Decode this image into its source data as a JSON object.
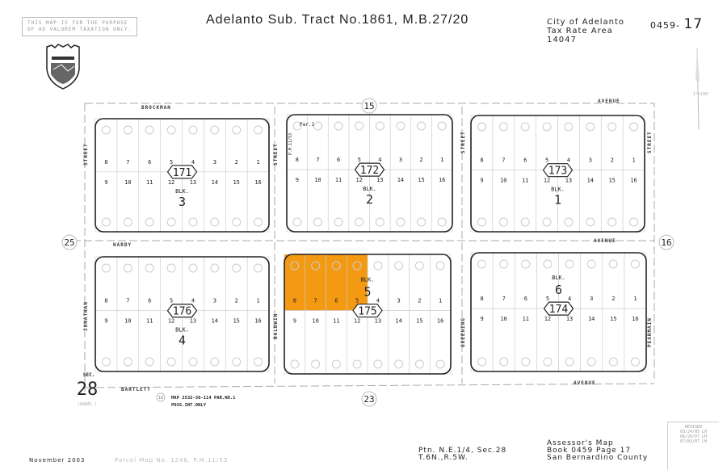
{
  "header": {
    "title": "Adelanto Sub. Tract No.1861, M.B.27/20",
    "disclaimer": [
      "THIS MAP IS FOR THE PURPOSE",
      "OF AD VALOREM TAXATION ONLY."
    ],
    "city": [
      "City of Adelanto",
      "Tax Rate Area",
      "14047"
    ],
    "map_book": "0459-",
    "map_page": "17",
    "scale": "1\"=100'"
  },
  "streets": {
    "brockman": "BROCKMAN",
    "avenue_top": "AVENUE",
    "hardy": "HARDY",
    "avenue_mid": "AVENUE",
    "bartlett": "BARTLETT",
    "avenue_bottom": "AVENUE",
    "street_left": "STREET",
    "street_mid1": "STREET",
    "street_mid2": "STREET",
    "street_right": "STREET",
    "jonathan": "JONATHAN",
    "baldwin": "BALDWIN",
    "greening": "GREENING",
    "pearmain": "PEARMAIN"
  },
  "adjacent_maps": {
    "top": "15",
    "left": "25",
    "right": "16",
    "bottom": "23"
  },
  "highlight_color": "#F39A12",
  "blocks": [
    {
      "block": "3",
      "page": "171",
      "blk_label": "BLK.",
      "highlighted_lots": []
    },
    {
      "block": "2",
      "page": "172",
      "blk_label": "BLK.",
      "highlighted_lots": [],
      "parcel_note": "Par.1",
      "pm_note": "P.M.11/53"
    },
    {
      "block": "1",
      "page": "173",
      "blk_label": "BLK.",
      "highlighted_lots": []
    },
    {
      "block": "4",
      "page": "176",
      "blk_label": "BLK.",
      "highlighted_lots": []
    },
    {
      "block": "5",
      "page": "175",
      "blk_label": "BLK.",
      "highlighted_lots": [
        5,
        6,
        7,
        8
      ]
    },
    {
      "block": "6",
      "page": "174",
      "blk_label": "BLK.",
      "highlighted_lots": []
    }
  ],
  "section": {
    "label": "SEC.",
    "number": "28",
    "acres": "(640AC.)"
  },
  "note": {
    "parcel": "16",
    "lines": [
      "MAP 2532-36-114 PAR.NO.1",
      "POSS.INT.ONLY"
    ]
  },
  "footer": {
    "date": "November 2003",
    "parcel_map": "Parcel Map No. 1246, P.M.11/53",
    "location": [
      "Ptn. N.E.1/4, Sec.28",
      "T.6N.,R.5W."
    ],
    "assessor": [
      "Assessor's Map",
      "Book 0459 Page 17",
      "San Bernardino County"
    ],
    "revised": [
      "REVISED",
      "03/24/05 LH",
      "06/26/07 LH",
      "07/02/07 LH"
    ]
  }
}
